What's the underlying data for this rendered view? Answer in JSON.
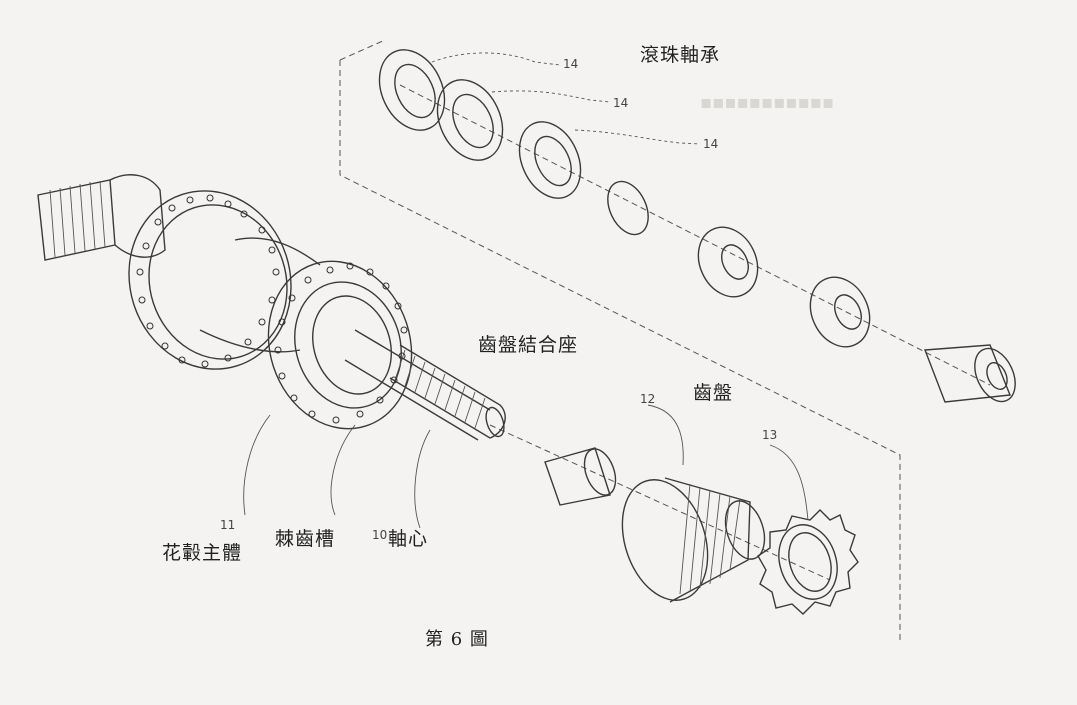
{
  "figure": {
    "caption": "第 6 圖",
    "labels": {
      "ball_bearing": "滾珠軸承",
      "cog_seat": "齒盤結合座",
      "cog": "齒盤",
      "hub_body": "花轂主體",
      "ratchet_groove": "棘齒槽",
      "axle": "軸心"
    },
    "numbers": {
      "n14a": "14",
      "n14b": "14",
      "n14c": "14",
      "n12": "12",
      "n13": "13",
      "n11": "11",
      "n10": "10"
    }
  }
}
